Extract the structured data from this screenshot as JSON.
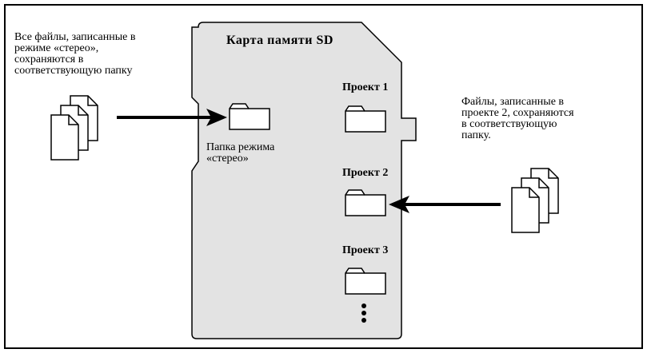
{
  "colors": {
    "card_fill": "#e3e3e3",
    "stroke": "#000000",
    "background": "#ffffff"
  },
  "card": {
    "title": "Карта памяти SD"
  },
  "left_note": {
    "text": "Все файлы, записанные в\nрежиме «стерео»,\nсохраняются в\nсоответствующую папку"
  },
  "stereo_folder": {
    "label": "Папка режима\n«стерео»"
  },
  "projects": [
    {
      "label": "Проект 1"
    },
    {
      "label": "Проект 2"
    },
    {
      "label": "Проект 3"
    }
  ],
  "right_note": {
    "text": "Файлы, записанные в\nпроекте 2, сохраняются\nв соответствующую\nпапку."
  },
  "icons": {
    "file_stack": "file-stack-icon",
    "folder": "folder-icon",
    "arrow": "arrow-icon",
    "ellipsis": "vertical-ellipsis-icon"
  }
}
